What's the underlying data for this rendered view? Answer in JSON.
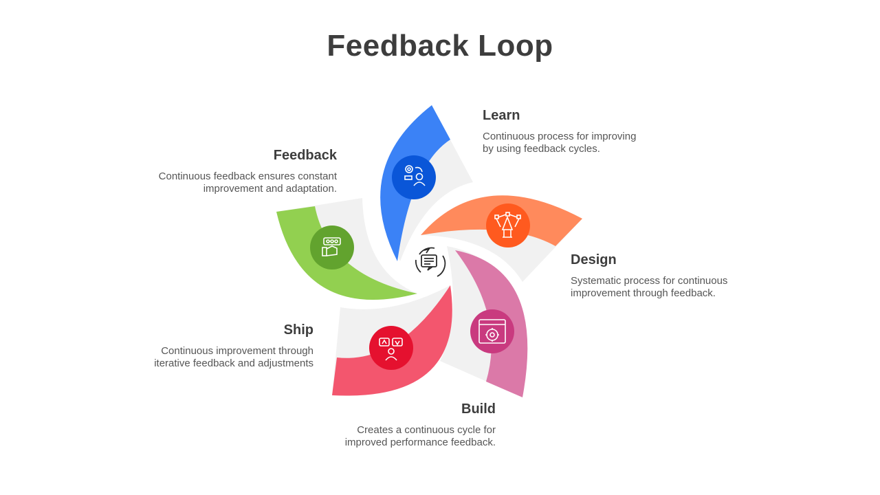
{
  "title": "Feedback Loop",
  "colors": {
    "learn": "#3b82f6",
    "learn_icon": "#0a56d8",
    "design": "#ff8a5c",
    "design_icon": "#ff5a1f",
    "build": "#db79a8",
    "build_icon": "#c93a7f",
    "ship": "#f3566e",
    "ship_icon": "#e5112f",
    "feedback": "#92d050",
    "feedback_icon": "#62a32e",
    "petal_gray": "#f1f1f1",
    "text_dark": "#3d3d3d",
    "text_body": "#555555"
  },
  "center": {
    "icon": "chat-cycle-icon"
  },
  "steps": [
    {
      "key": "learn",
      "heading": "Learn",
      "description_line1": "Continuous process for improving",
      "description_line2": "by using feedback cycles.",
      "icon": "person-gear-icon"
    },
    {
      "key": "design",
      "heading": "Design",
      "description_line1": "Systematic process for continuous",
      "description_line2": "improvement through feedback.",
      "icon": "pen-tool-icon"
    },
    {
      "key": "build",
      "heading": "Build",
      "description_line1": "Creates a continuous cycle for",
      "description_line2": "improved performance feedback.",
      "icon": "browser-gear-icon"
    },
    {
      "key": "ship",
      "heading": "Ship",
      "description_line1": "Continuous improvement through",
      "description_line2": "iterative feedback and adjustments",
      "icon": "thumbs-chat-icon"
    },
    {
      "key": "feedback",
      "heading": "Feedback",
      "description_line1": "Continuous feedback ensures constant",
      "description_line2": "improvement and adaptation.",
      "icon": "rating-hand-icon"
    }
  ]
}
